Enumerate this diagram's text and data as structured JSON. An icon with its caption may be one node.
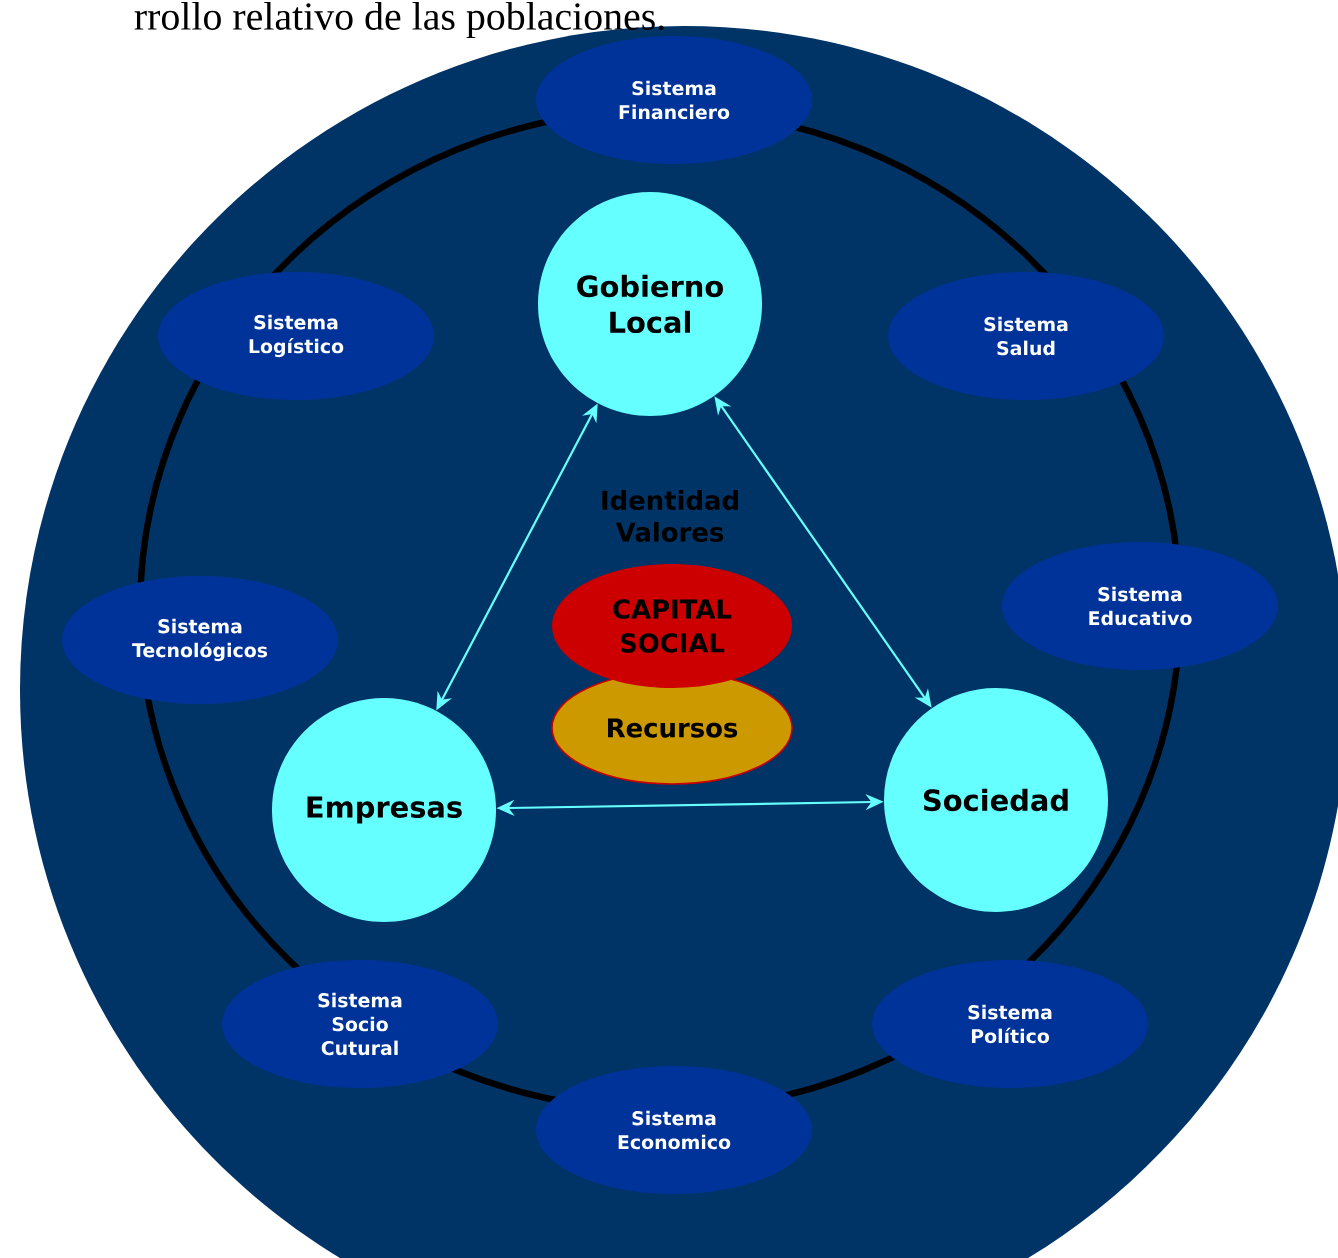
{
  "diagram": {
    "nodes": [
      {
        "text": [
          "Sistema Financiero"
        ]
      },
      {
        "text": [
          "Sistema Logístico"
        ]
      },
      {
        "text": [
          "Sistema Salud"
        ]
      },
      {
        "text": [
          "Gobierno Local"
        ]
      },
      {
        "text": [
          "Sistema Tecnológicos"
        ]
      },
      {
        "text": [
          "Sistema Educativo"
        ]
      },
      {
        "text": [
          "CAPITAL SOCIAL"
        ]
      },
      {
        "text": [
          "Recursos"
        ]
      },
      {
        "text": [
          "Empresas"
        ]
      },
      {
        "text": [
          "Sociedad"
        ]
      },
      {
        "text": [
          "Sistema Socio Cutural"
        ]
      },
      {
        "text": [
          "Sistema Político"
        ]
      },
      {
        "text": [
          "Sistema Economico"
        ]
      }
    ],
    "edges": [
      {
        "from": 3,
        "to": 8,
        "arrow": "both"
      },
      {
        "from": 3,
        "to": 9,
        "arrow": "both"
      },
      {
        "from": 8,
        "to": 9,
        "arrow": "both"
      }
    ],
    "labels": [
      "rrollo relativo de las poblaciones.",
      "Identidad Valores"
    ]
  }
}
